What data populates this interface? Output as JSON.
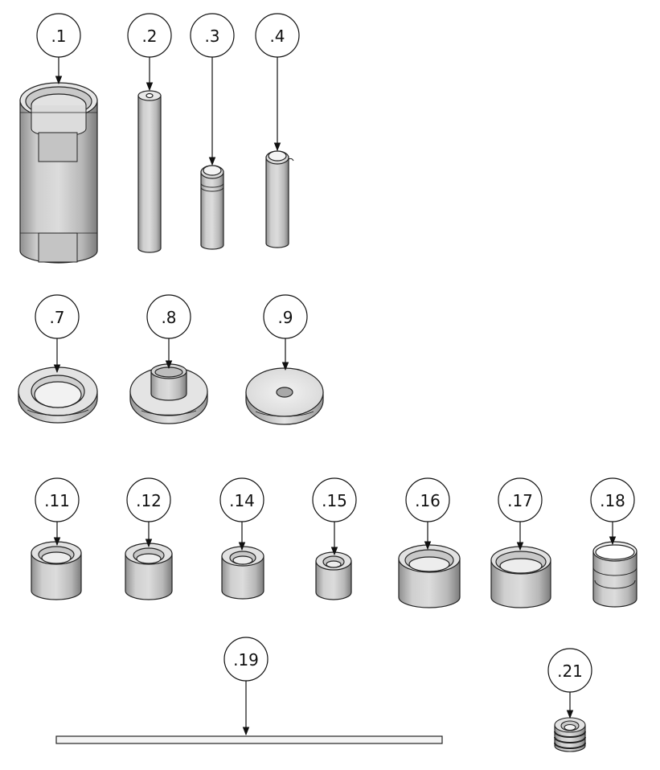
{
  "drawing": {
    "background": "#ffffff",
    "line_color": "#111111",
    "part_fill": "#d2d2d2",
    "part_shade": "#9c9c9c",
    "part_highlight": "#ededed"
  },
  "balloons": [
    {
      "id": "b1",
      "label": ".1"
    },
    {
      "id": "b2",
      "label": ".2"
    },
    {
      "id": "b3",
      "label": ".3"
    },
    {
      "id": "b4",
      "label": ".4"
    },
    {
      "id": "b7",
      "label": ".7"
    },
    {
      "id": "b8",
      "label": ".8"
    },
    {
      "id": "b9",
      "label": ".9"
    },
    {
      "id": "b11",
      "label": ".11"
    },
    {
      "id": "b12",
      "label": ".12"
    },
    {
      "id": "b14",
      "label": ".14"
    },
    {
      "id": "b15",
      "label": ".15"
    },
    {
      "id": "b16",
      "label": ".16"
    },
    {
      "id": "b17",
      "label": ".17"
    },
    {
      "id": "b18",
      "label": ".18"
    },
    {
      "id": "b19",
      "label": ".19"
    },
    {
      "id": "b21",
      "label": ".21"
    }
  ]
}
